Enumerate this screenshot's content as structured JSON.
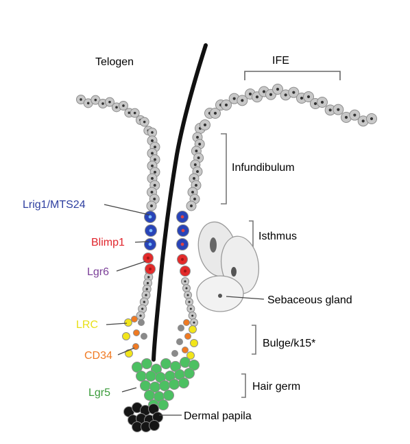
{
  "labels": {
    "telogen": "Telogen",
    "ife": "IFE",
    "infundibulum": "Infundibulum",
    "isthmus": "Isthmus",
    "sebaceous_gland": "Sebaceous gland",
    "bulge": "Bulge/k15*",
    "hair_germ": "Hair germ",
    "dermal_papila": "Dermal papila"
  },
  "markers": [
    {
      "key": "lrig1",
      "text": "Lrig1/MTS24",
      "color": "#2e3fa0"
    },
    {
      "key": "blimp1",
      "text": "Blimp1",
      "color": "#e0242b"
    },
    {
      "key": "lgr6",
      "text": "Lgr6",
      "color": "#7b3f98"
    },
    {
      "key": "lrc",
      "text": "LRC",
      "color": "#e8e017"
    },
    {
      "key": "cd34",
      "text": "CD34",
      "color": "#f07a22"
    },
    {
      "key": "lgr5",
      "text": "Lgr5",
      "color": "#3b9b3b"
    }
  ],
  "colors": {
    "hair_shaft": "#111111",
    "epithelial_cell": "#c8c8c8",
    "cell_outline": "#8c8c8c",
    "nucleus": "#333333",
    "lrig1_cell": "#2844b8",
    "blimp1_cell": "#e32b2b",
    "lrc_cell": "#f2e51a",
    "cd34_cell": "#f07a22",
    "lgr5_cell": "#4cc062",
    "dermal_papila": "#151515",
    "bracket": "#666666"
  }
}
